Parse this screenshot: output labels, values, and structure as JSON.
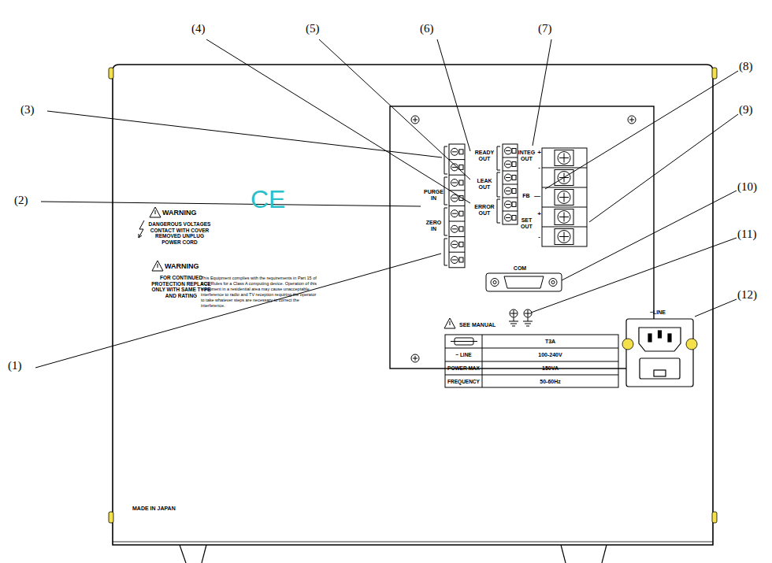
{
  "diagram": {
    "labels": [
      "(1)",
      "(2)",
      "(3)",
      "(4)",
      "(5)",
      "(6)",
      "(7)",
      "(8)",
      "(9)",
      "(10)",
      "(11)",
      "(12)",
      "PURGE IN",
      "ZERO IN",
      "READY OUT",
      "LEAK OUT",
      "ERROR OUT",
      "INTEG OUT",
      "+",
      "-",
      "FB",
      "—",
      "SET OUT",
      "+",
      "-",
      "COM",
      "~LINE",
      "WARNING",
      "DANGEROUS VOLTAGES CONTACT WITH COVER REMOVED UNPLUG POWER CORD",
      "WARNING",
      "FOR CONTINUED PROTECTION REPLACE ONLY WITH SAME TYPE AND RATING",
      "CE",
      "This Equipment complies with the requirements in Part 15 of FCC Rules for a Class A computing device. Operation of this equipment in a residential area may cause unacceptable interference to radio and TV reception requiring the operator to take whatever steps are necessary to correct the interference.",
      "SEE MANUAL",
      "T3A",
      "~ LINE",
      "100-240V",
      "POWER MAX",
      "150VA",
      "FREQUENCY",
      "50-60Hz",
      "MADE IN JAPAN"
    ]
  }
}
